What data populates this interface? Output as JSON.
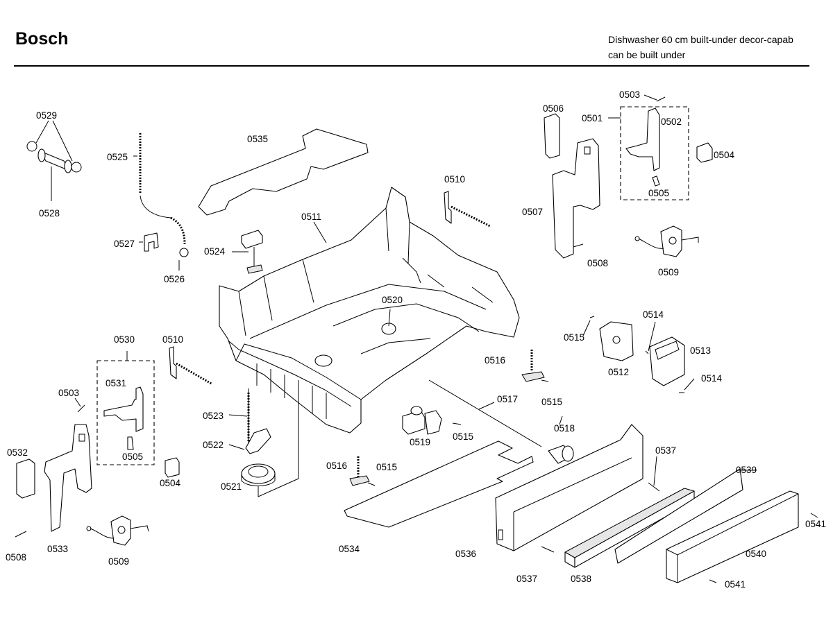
{
  "header": {
    "brand": "Bosch",
    "description_line1": "Dishwasher 60 cm built-under decor-capab",
    "description_line2": "can be built under"
  },
  "part_labels": {
    "p0501": "0501",
    "p0502": "0502",
    "p0503a": "0503",
    "p0503b": "0503",
    "p0504a": "0504",
    "p0504b": "0504",
    "p0505a": "0505",
    "p0505b": "0505",
    "p0506": "0506",
    "p0507": "0507",
    "p0508a": "0508",
    "p0508b": "0508",
    "p0509a": "0509",
    "p0509b": "0509",
    "p0510a": "0510",
    "p0510b": "0510",
    "p0511": "0511",
    "p0512": "0512",
    "p0513": "0513",
    "p0514a": "0514",
    "p0514b": "0514",
    "p0515a": "0515",
    "p0515b": "0515",
    "p0515c": "0515",
    "p0515d": "0515",
    "p0516a": "0516",
    "p0516b": "0516",
    "p0517": "0517",
    "p0518": "0518",
    "p0519": "0519",
    "p0520": "0520",
    "p0521": "0521",
    "p0522": "0522",
    "p0523": "0523",
    "p0524": "0524",
    "p0525": "0525",
    "p0526": "0526",
    "p0527": "0527",
    "p0528": "0528",
    "p0529": "0529",
    "p0530": "0530",
    "p0531": "0531",
    "p0532": "0532",
    "p0533": "0533",
    "p0534": "0534",
    "p0535": "0535",
    "p0536": "0536",
    "p0537a": "0537",
    "p0537b": "0537",
    "p0538": "0538",
    "p0539": "0539",
    "p0540": "0540",
    "p0541a": "0541",
    "p0541b": "0541"
  }
}
